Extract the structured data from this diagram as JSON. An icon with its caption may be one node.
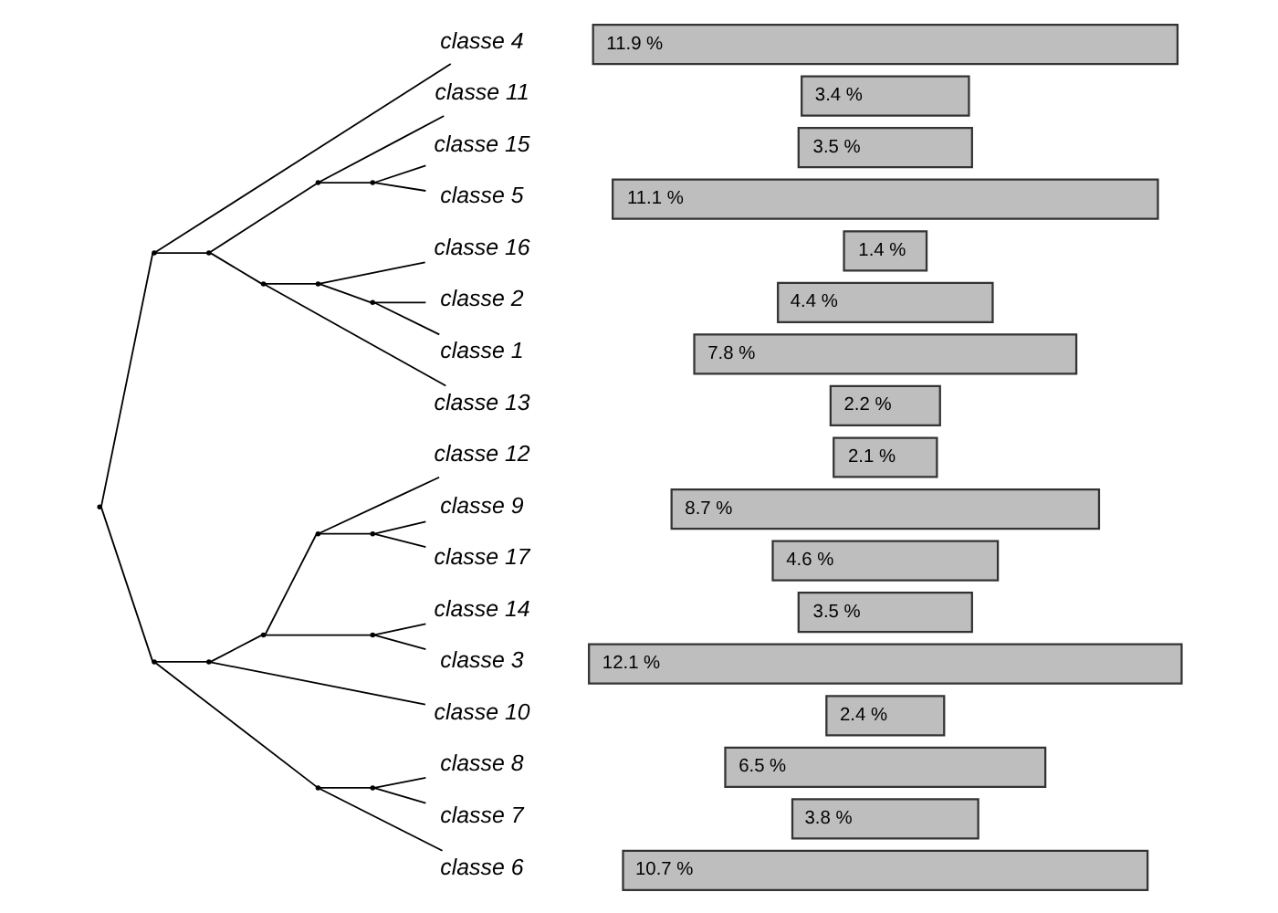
{
  "diagram": {
    "nodes": [
      {
        "text": [
          "classe 4"
        ]
      },
      {
        "text": [
          "classe 11"
        ]
      },
      {
        "text": [
          "classe 15"
        ]
      },
      {
        "text": [
          "classe 5"
        ]
      },
      {
        "text": [
          "classe 16"
        ]
      },
      {
        "text": [
          "classe 2"
        ]
      },
      {
        "text": [
          "classe 1"
        ]
      },
      {
        "text": [
          "classe 13"
        ]
      },
      {
        "text": [
          "classe 12"
        ]
      },
      {
        "text": [
          "classe 9"
        ]
      },
      {
        "text": [
          "classe 17"
        ]
      },
      {
        "text": [
          "classe 14"
        ]
      },
      {
        "text": [
          "classe 3"
        ]
      },
      {
        "text": [
          "classe 10"
        ]
      },
      {
        "text": [
          "classe 8"
        ]
      },
      {
        "text": [
          "classe 7"
        ]
      },
      {
        "text": [
          "classe 6"
        ]
      },
      {
        "text": [
          "11.9 %"
        ]
      },
      {
        "text": [
          "3.4 %"
        ]
      },
      {
        "text": [
          "3.5 %"
        ]
      },
      {
        "text": [
          "11.1 %"
        ]
      },
      {
        "text": [
          "1.4 %"
        ]
      },
      {
        "text": [
          "4.4 %"
        ]
      },
      {
        "text": [
          "7.8 %"
        ]
      },
      {
        "text": [
          "2.2 %"
        ]
      },
      {
        "text": [
          "2.1 %"
        ]
      },
      {
        "text": [
          "8.7 %"
        ]
      },
      {
        "text": [
          "4.6 %"
        ]
      },
      {
        "text": [
          "3.5 %"
        ]
      },
      {
        "text": [
          "12.1 %"
        ]
      },
      {
        "text": [
          "2.4 %"
        ]
      },
      {
        "text": [
          "6.5 %"
        ]
      },
      {
        "text": [
          "3.8 %"
        ]
      },
      {
        "text": [
          "10.7 %"
        ]
      },
      {
        "text": [],
        "shape": "point"
      },
      {
        "text": [],
        "shape": "point"
      },
      {
        "text": [],
        "shape": "point"
      },
      {
        "text": [],
        "shape": "point"
      },
      {
        "text": [],
        "shape": "point"
      },
      {
        "text": [],
        "shape": "point"
      },
      {
        "text": [],
        "shape": "point"
      },
      {
        "text": [],
        "shape": "point"
      },
      {
        "text": [],
        "shape": "point"
      },
      {
        "text": [],
        "shape": "point"
      },
      {
        "text": [],
        "shape": "point"
      },
      {
        "text": [],
        "shape": "point"
      },
      {
        "text": [],
        "shape": "point"
      },
      {
        "text": [],
        "shape": "point"
      },
      {
        "text": [],
        "shape": "point"
      },
      {
        "text": [],
        "shape": "point"
      }
    ],
    "edges": [
      {
        "from": 34,
        "to": 35,
        "arrow": "none"
      },
      {
        "from": 34,
        "to": 42,
        "arrow": "none"
      },
      {
        "from": 35,
        "to": 0,
        "arrow": "none"
      },
      {
        "from": 35,
        "to": 36,
        "arrow": "none"
      },
      {
        "from": 36,
        "to": 37,
        "arrow": "none"
      },
      {
        "from": 36,
        "to": 39,
        "arrow": "none"
      },
      {
        "from": 37,
        "to": 1,
        "arrow": "none"
      },
      {
        "from": 37,
        "to": 38,
        "arrow": "none"
      },
      {
        "from": 38,
        "to": 2,
        "arrow": "none"
      },
      {
        "from": 38,
        "to": 3,
        "arrow": "none"
      },
      {
        "from": 39,
        "to": 40,
        "arrow": "none"
      },
      {
        "from": 39,
        "to": 7,
        "arrow": "none"
      },
      {
        "from": 40,
        "to": 4,
        "arrow": "none"
      },
      {
        "from": 40,
        "to": 41,
        "arrow": "none"
      },
      {
        "from": 41,
        "to": 5,
        "arrow": "none"
      },
      {
        "from": 41,
        "to": 6,
        "arrow": "none"
      },
      {
        "from": 42,
        "to": 43,
        "arrow": "none"
      },
      {
        "from": 42,
        "to": 48,
        "arrow": "none"
      },
      {
        "from": 43,
        "to": 44,
        "arrow": "none"
      },
      {
        "from": 43,
        "to": 13,
        "arrow": "none"
      },
      {
        "from": 44,
        "to": 45,
        "arrow": "none"
      },
      {
        "from": 44,
        "to": 47,
        "arrow": "none"
      },
      {
        "from": 45,
        "to": 8,
        "arrow": "none"
      },
      {
        "from": 45,
        "to": 46,
        "arrow": "none"
      },
      {
        "from": 46,
        "to": 9,
        "arrow": "none"
      },
      {
        "from": 46,
        "to": 10,
        "arrow": "none"
      },
      {
        "from": 47,
        "to": 11,
        "arrow": "none"
      },
      {
        "from": 47,
        "to": 12,
        "arrow": "none"
      },
      {
        "from": 48,
        "to": 49,
        "arrow": "none"
      },
      {
        "from": 48,
        "to": 16,
        "arrow": "none"
      },
      {
        "from": 49,
        "to": 14,
        "arrow": "none"
      },
      {
        "from": 49,
        "to": 15,
        "arrow": "none"
      }
    ]
  }
}
